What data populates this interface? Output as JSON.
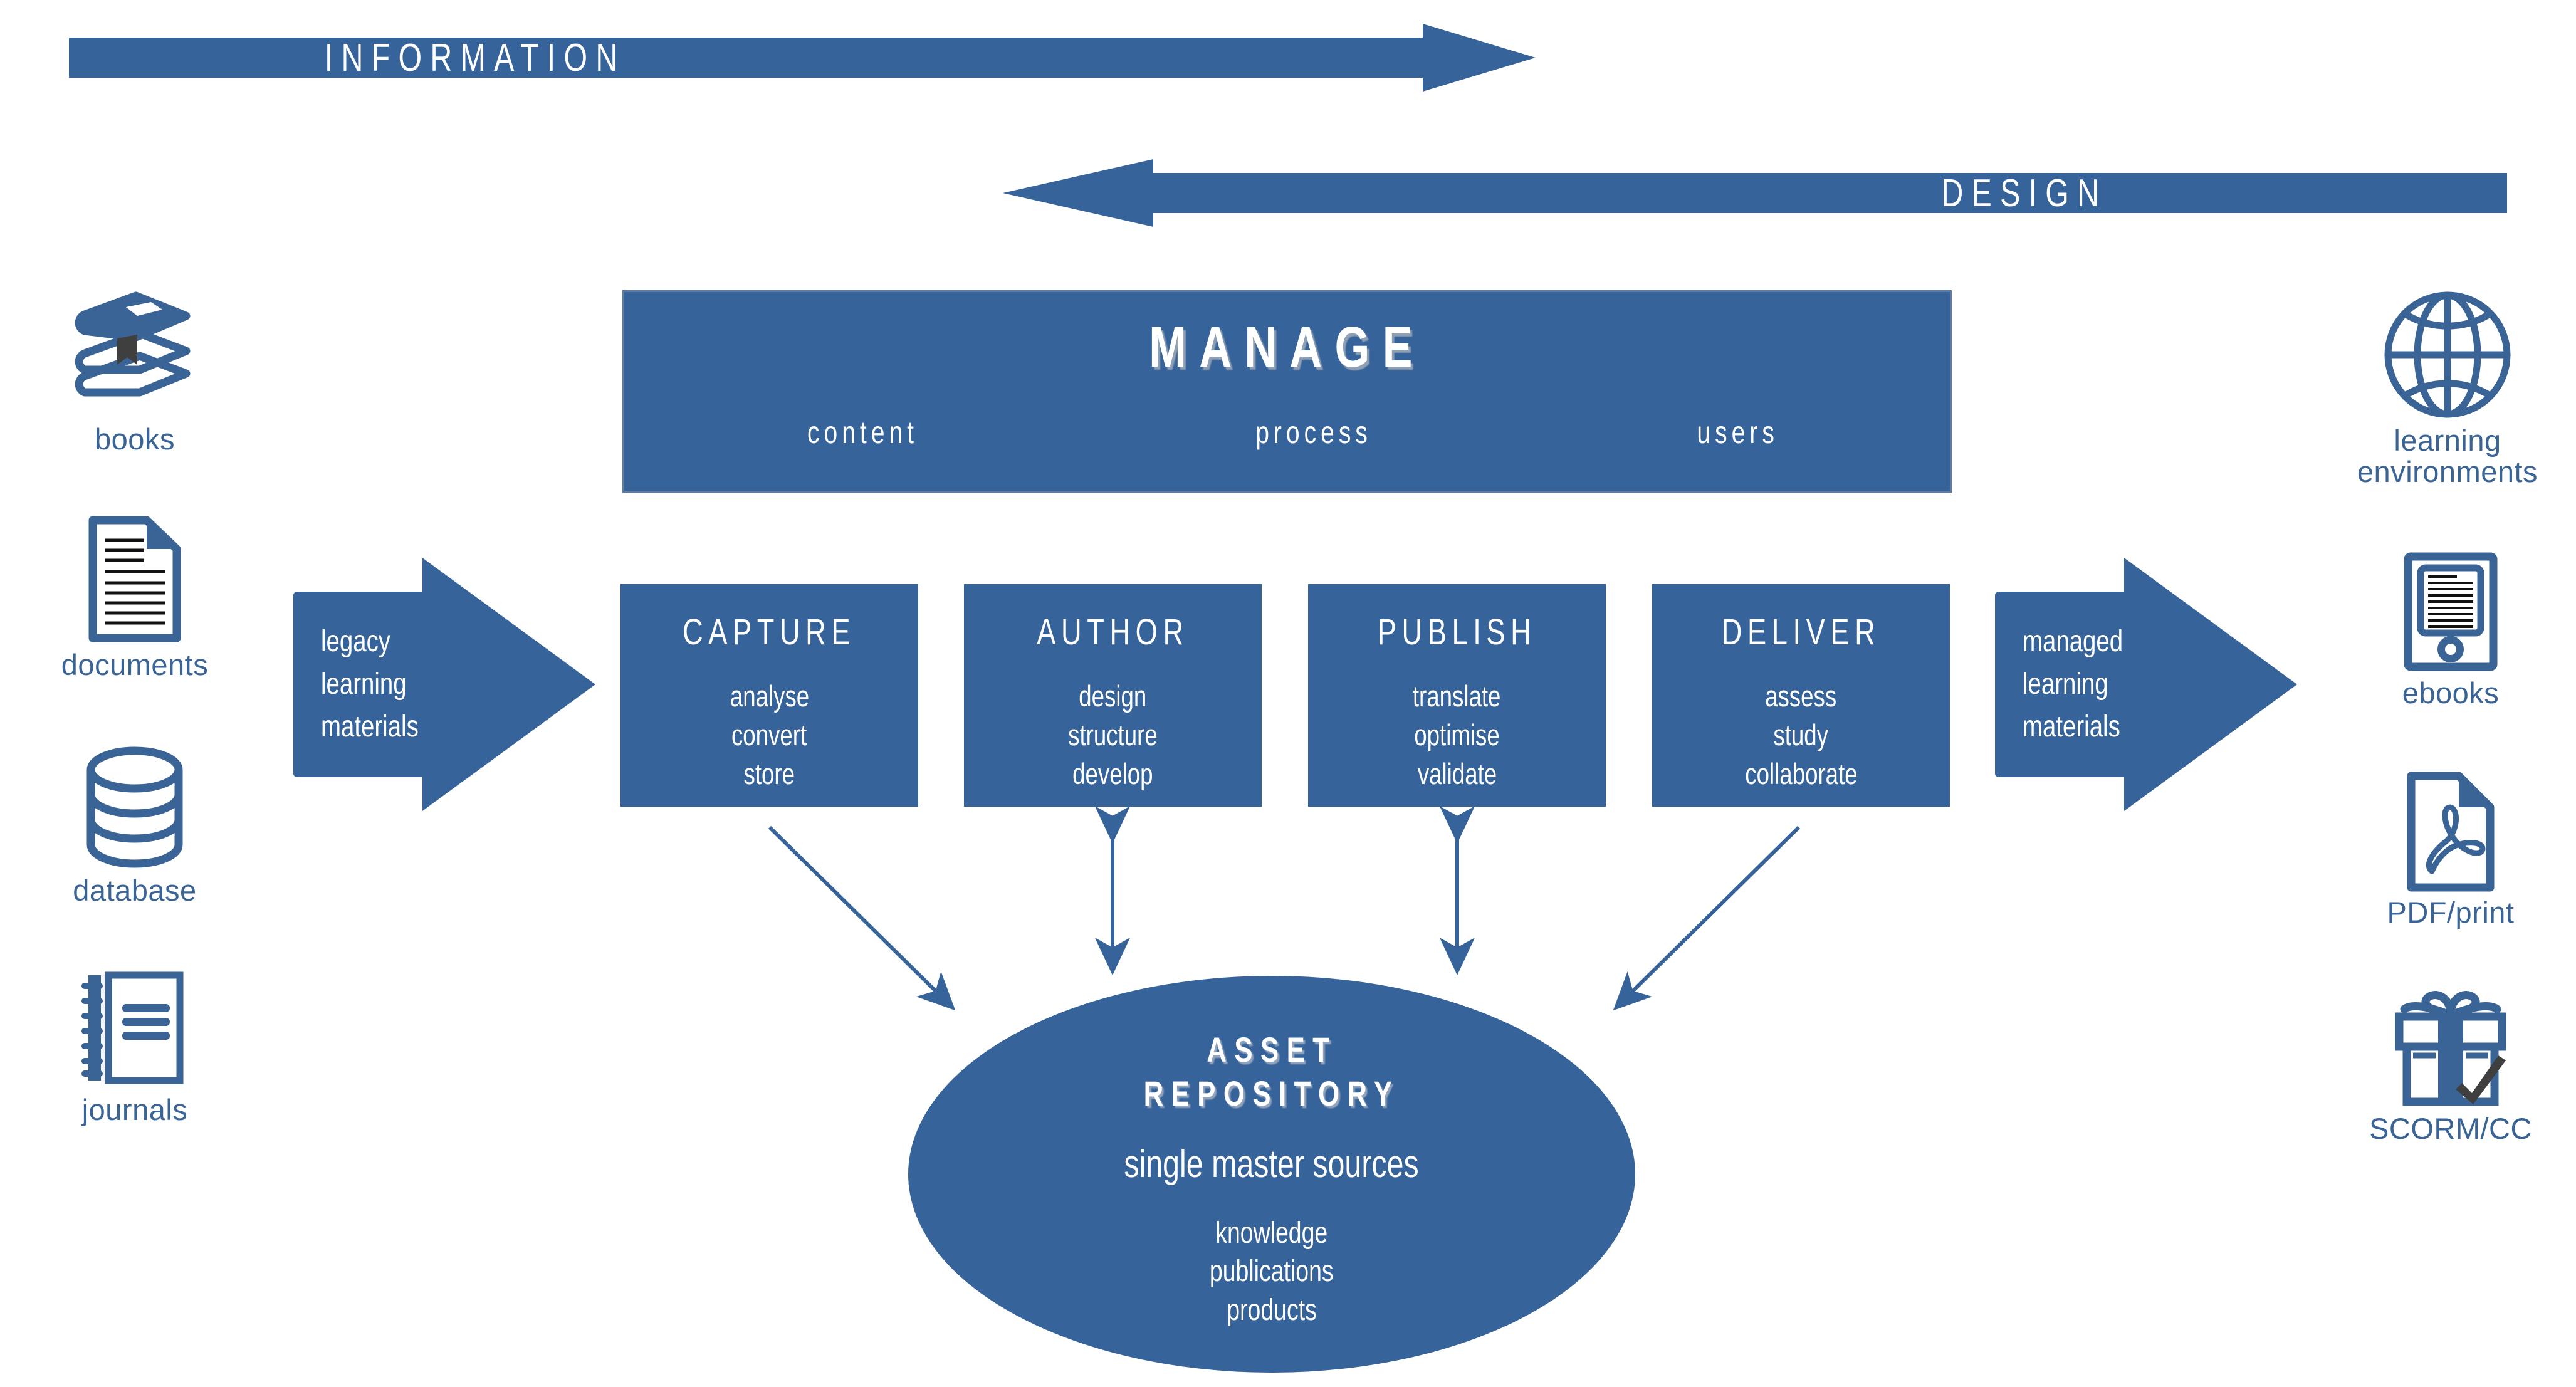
{
  "colors": {
    "brand_blue": "#36639a",
    "icon_blue": "#3a6396",
    "panel_border": "#5b7ca6",
    "white": "#ffffff",
    "dark_accent": "#3f3f3f"
  },
  "banners": [
    {
      "id": "information",
      "label": "INFORMATION",
      "direction": "right"
    },
    {
      "id": "design",
      "label": "DESIGN",
      "direction": "left"
    }
  ],
  "manage": {
    "title": "MANAGE",
    "subtitles": [
      "content",
      "process",
      "users"
    ]
  },
  "stages": [
    {
      "title": "CAPTURE",
      "words": [
        "analyse",
        "convert",
        "store"
      ]
    },
    {
      "title": "AUTHOR",
      "words": [
        "design",
        "structure",
        "develop"
      ]
    },
    {
      "title": "PUBLISH",
      "words": [
        "translate",
        "optimise",
        "validate"
      ]
    },
    {
      "title": "DELIVER",
      "words": [
        "assess",
        "study",
        "collaborate"
      ]
    }
  ],
  "input_arrow": {
    "lines": [
      "legacy",
      "learning",
      "materials"
    ]
  },
  "output_arrow": {
    "lines": [
      "managed",
      "learning",
      "materials"
    ]
  },
  "repository": {
    "title_line1": "ASSET",
    "title_line2": "REPOSITORY",
    "subtitle": "single master sources",
    "items": [
      "knowledge",
      "publications",
      "products"
    ]
  },
  "inputs": [
    {
      "icon": "books-icon",
      "label": "books"
    },
    {
      "icon": "document-icon",
      "label": "documents"
    },
    {
      "icon": "database-icon",
      "label": "database"
    },
    {
      "icon": "journal-icon",
      "label": "journals"
    }
  ],
  "outputs": [
    {
      "icon": "globe-icon",
      "label_line1": "learning",
      "label_line2": "environments"
    },
    {
      "icon": "ereader-icon",
      "label_line1": "ebooks",
      "label_line2": ""
    },
    {
      "icon": "pdf-icon",
      "label_line1": "PDF/print",
      "label_line2": ""
    },
    {
      "icon": "gift-check-icon",
      "label_line1": "SCORM/CC",
      "label_line2": ""
    }
  ]
}
